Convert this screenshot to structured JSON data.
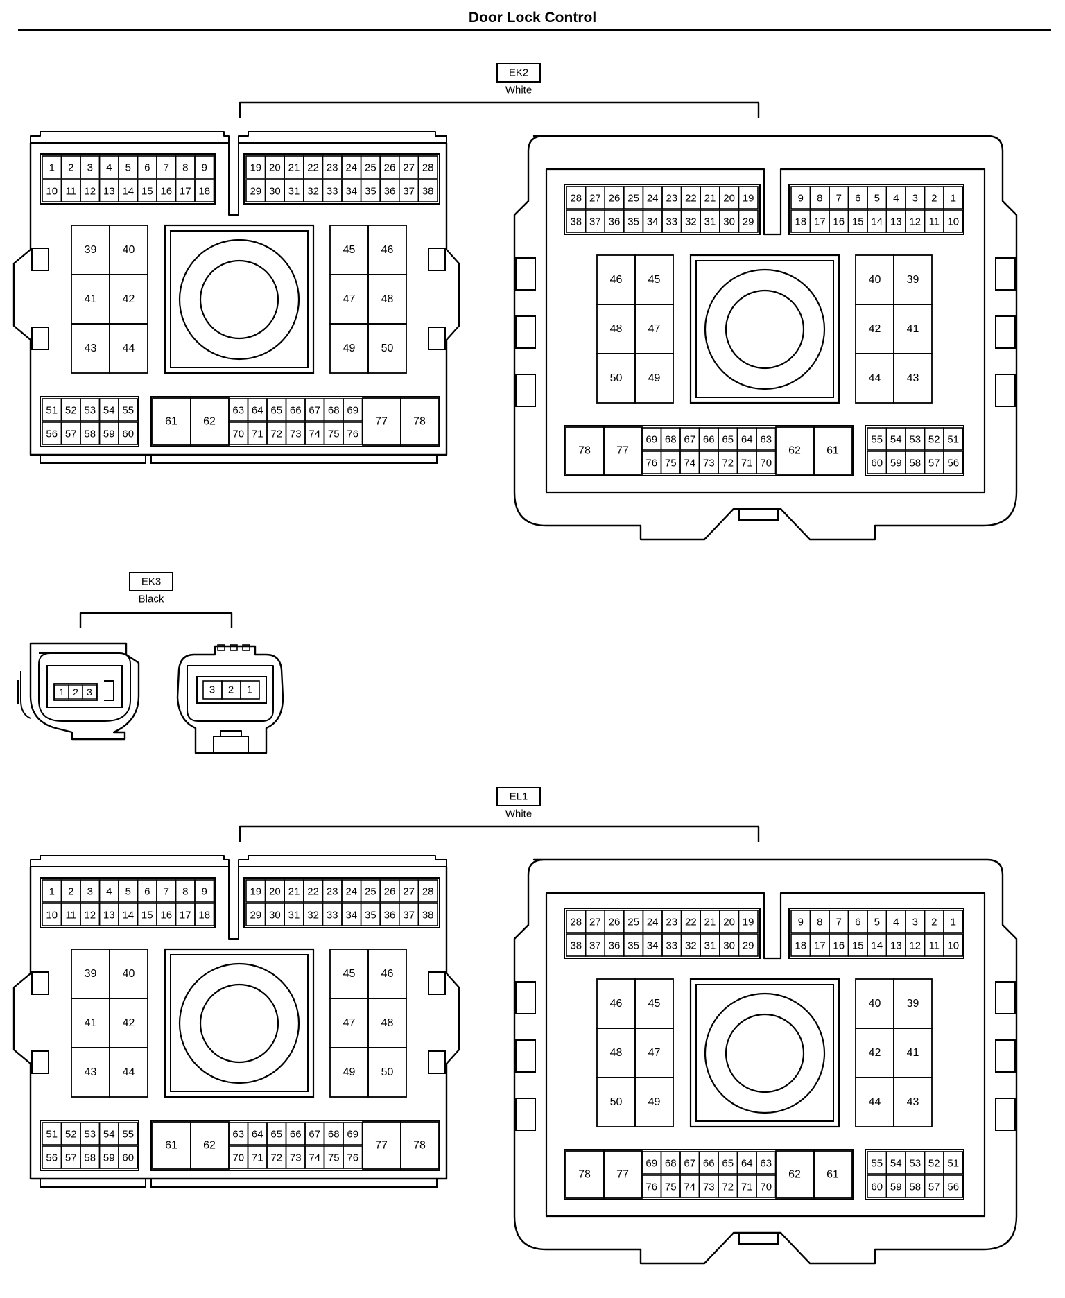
{
  "page": {
    "title": "Door Lock Control"
  },
  "connectors": [
    {
      "id": "EK2",
      "label": "EK2",
      "color_label": "White",
      "pins": 78
    },
    {
      "id": "EK3",
      "label": "EK3",
      "color_label": "Black",
      "pins": 3
    },
    {
      "id": "EL1",
      "label": "EL1",
      "color_label": "White",
      "pins": 78
    }
  ],
  "big_connector": {
    "male": {
      "top_left_row1": [
        1,
        2,
        3,
        4,
        5,
        6,
        7,
        8,
        9
      ],
      "top_left_row2": [
        10,
        11,
        12,
        13,
        14,
        15,
        16,
        17,
        18
      ],
      "top_right_row1": [
        19,
        20,
        21,
        22,
        23,
        24,
        25,
        26,
        27,
        28
      ],
      "top_right_row2": [
        29,
        30,
        31,
        32,
        33,
        34,
        35,
        36,
        37,
        38
      ],
      "left_block": [
        [
          39,
          40
        ],
        [
          41,
          42
        ],
        [
          43,
          44
        ]
      ],
      "right_block": [
        [
          45,
          46
        ],
        [
          47,
          48
        ],
        [
          49,
          50
        ]
      ],
      "bottom_small_row1": [
        51,
        52,
        53,
        54,
        55
      ],
      "bottom_small_row2": [
        56,
        57,
        58,
        59,
        60
      ],
      "bottom_big": [
        61,
        62
      ],
      "bottom_mid_row1": [
        63,
        64,
        65,
        66,
        67,
        68,
        69
      ],
      "bottom_mid_row2": [
        70,
        71,
        72,
        73,
        74,
        75,
        76
      ],
      "bottom_end": [
        77,
        78
      ]
    },
    "female": {
      "top_left_row1": [
        28,
        27,
        26,
        25,
        24,
        23,
        22,
        21,
        20,
        19
      ],
      "top_left_row2": [
        38,
        37,
        36,
        35,
        34,
        33,
        32,
        31,
        30,
        29
      ],
      "top_right_row1": [
        9,
        8,
        7,
        6,
        5,
        4,
        3,
        2,
        1
      ],
      "top_right_row2": [
        18,
        17,
        16,
        15,
        14,
        13,
        12,
        11,
        10
      ],
      "left_block": [
        [
          46,
          45
        ],
        [
          48,
          47
        ],
        [
          50,
          49
        ]
      ],
      "right_block": [
        [
          40,
          39
        ],
        [
          42,
          41
        ],
        [
          44,
          43
        ]
      ],
      "bottom_start": [
        78,
        77
      ],
      "bottom_mid_row1": [
        69,
        68,
        67,
        66,
        65,
        64,
        63
      ],
      "bottom_mid_row2": [
        76,
        75,
        74,
        73,
        72,
        71,
        70
      ],
      "bottom_big": [
        62,
        61
      ],
      "bottom_small_row1": [
        55,
        54,
        53,
        52,
        51
      ],
      "bottom_small_row2": [
        60,
        59,
        58,
        57,
        56
      ]
    }
  },
  "small_connector": {
    "male_pins": [
      1,
      2,
      3
    ],
    "female_pins": [
      3,
      2,
      1
    ]
  },
  "colors": {
    "line": "#000000",
    "background": "#ffffff"
  }
}
